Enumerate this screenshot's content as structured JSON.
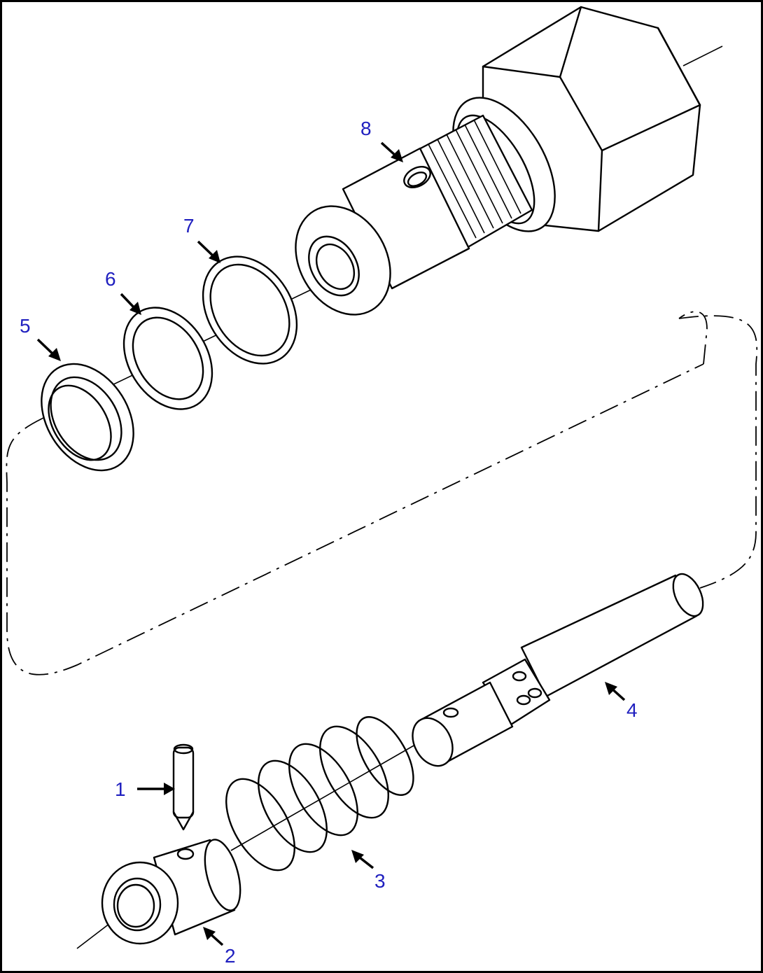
{
  "callouts": [
    {
      "id": "1",
      "label": "1",
      "part": "pin"
    },
    {
      "id": "2",
      "label": "2",
      "part": "flanged-sleeve"
    },
    {
      "id": "3",
      "label": "3",
      "part": "spring"
    },
    {
      "id": "4",
      "label": "4",
      "part": "valve-spool"
    },
    {
      "id": "5",
      "label": "5",
      "part": "backup-ring"
    },
    {
      "id": "6",
      "label": "6",
      "part": "seal-ring"
    },
    {
      "id": "7",
      "label": "7",
      "part": "o-ring"
    },
    {
      "id": "8",
      "label": "8",
      "part": "valve-body-fitting"
    }
  ],
  "colors": {
    "callout_text": "#1f1fbf",
    "line_art": "#000000",
    "background": "#ffffff"
  }
}
